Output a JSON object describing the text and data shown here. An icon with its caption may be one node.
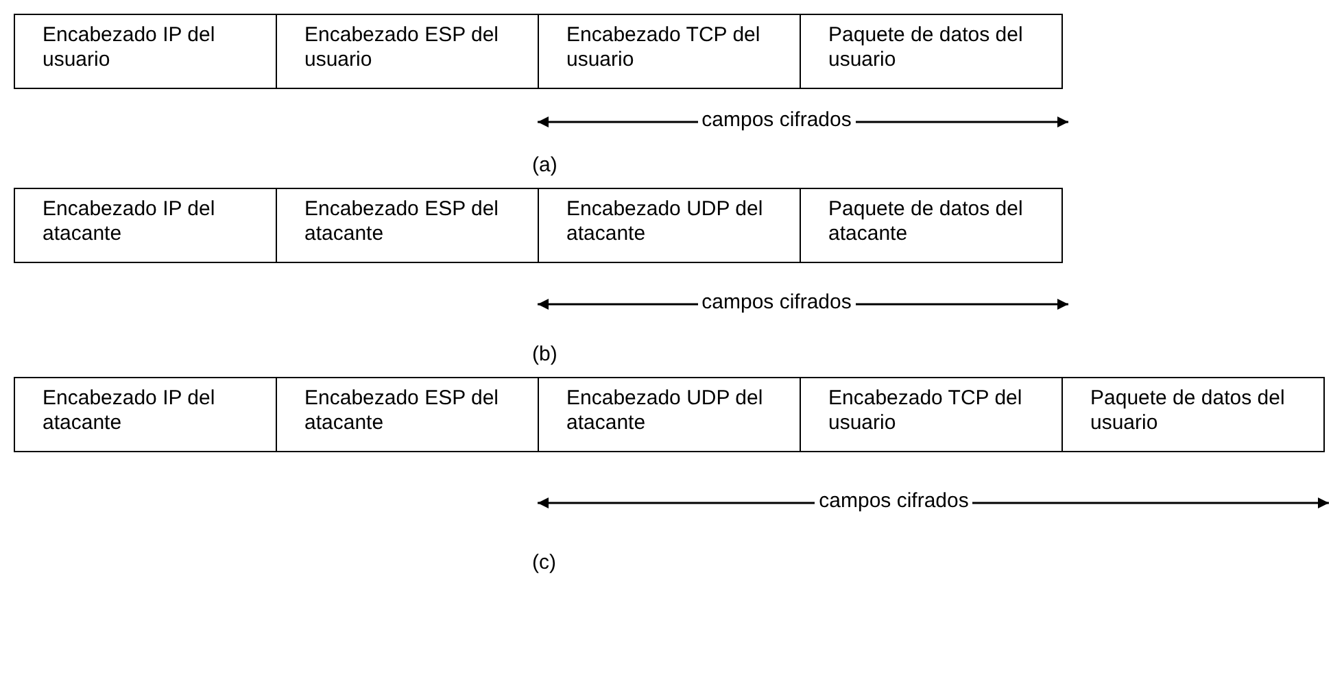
{
  "diagram": {
    "nodes": [
      {
        "text": [
          "Encabezado IP del usuario"
        ]
      },
      {
        "text": [
          "Encabezado ESP del usuario"
        ]
      },
      {
        "text": [
          "Encabezado TCP del usuario"
        ]
      },
      {
        "text": [
          "Paquete de datos del usuario"
        ]
      },
      {
        "text": [
          "Encabezado IP del atacante"
        ]
      },
      {
        "text": [
          "Encabezado ESP del atacante"
        ]
      },
      {
        "text": [
          "Encabezado UDP del atacante"
        ]
      },
      {
        "text": [
          "Paquete de datos del atacante"
        ]
      },
      {
        "text": [
          "Encabezado IP del atacante"
        ]
      },
      {
        "text": [
          "Encabezado ESP del atacante"
        ]
      },
      {
        "text": [
          "Encabezado UDP del atacante"
        ]
      },
      {
        "text": [
          "Encabezado TCP del usuario"
        ]
      },
      {
        "text": [
          "Paquete de datos del usuario"
        ]
      }
    ],
    "labels": [
      "campos cifrados",
      "(a)",
      "campos cifrados",
      "(b)",
      "campos cifrados",
      "(c)"
    ]
  }
}
